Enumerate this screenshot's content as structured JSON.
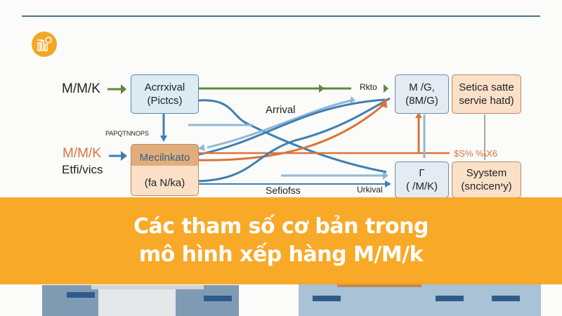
{
  "diagram": {
    "left_labels": {
      "top": "M/M/K",
      "middle_label": "PAPQTNNOPS",
      "orange": "M/M/K",
      "bottom": "Etfi/vics"
    },
    "boxes": {
      "arrival": {
        "line1": "Acrrxival",
        "line2": "(Pictcs)"
      },
      "mediator": {
        "line1": "Mecilnkato",
        "line2": "(fa N/ka)"
      },
      "mg": {
        "line1": "M /G,",
        "line2": "(8M/G)"
      },
      "service": {
        "line1": "Setica satte",
        "line2": "servie hatd)"
      },
      "mmk": {
        "line1": "Γ",
        "line2": "( /M/K)"
      },
      "system": {
        "line1": "Syystem",
        "line2": "(sncicenיy)"
      }
    },
    "edge_labels": {
      "rate": "Rkto",
      "arrival": "Arrival",
      "percent": "$S% %\\X6",
      "urkival": "Urkival",
      "series": "Sefiofss"
    },
    "colors": {
      "green": "#5a8a3c",
      "blue": "#3f7fb0",
      "lightblue": "#8fb8d8",
      "orange": "#d9743a",
      "banner": "#f9a61f"
    }
  },
  "banner": {
    "line1": "Các tham số cơ bản trong",
    "line2": "mô hình xếp hàng M/M/k"
  }
}
